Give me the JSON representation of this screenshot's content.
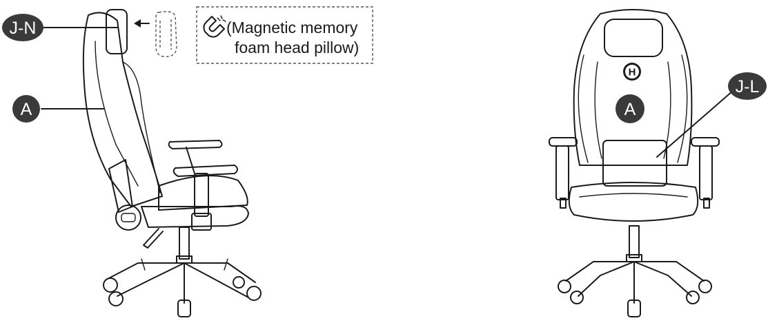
{
  "labels": {
    "headrest_side": "J-N",
    "backrest_side": "A",
    "backrest_front": "A",
    "lumbar_front": "J-L"
  },
  "note": {
    "line1": "(Magnetic memory",
    "line2": "foam head pillow)",
    "icon": "magnet-icon"
  },
  "logo": {
    "letter": "H"
  },
  "colors": {
    "badge": "#3a3a3a",
    "line": "#1a1a1a",
    "background": "#ffffff"
  }
}
